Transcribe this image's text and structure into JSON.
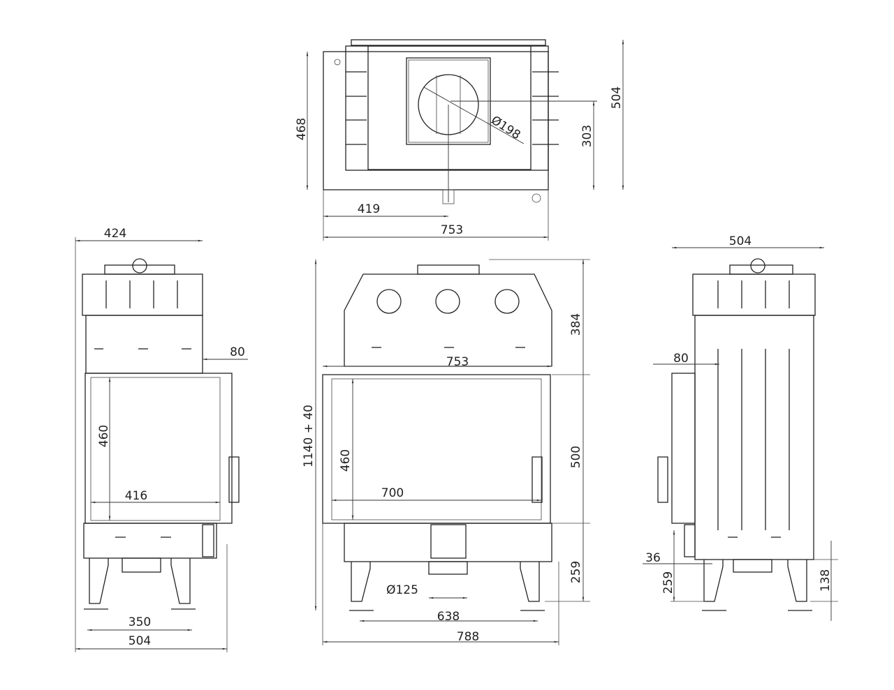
{
  "top_view": {
    "depth": "468",
    "total_depth": "504",
    "flue_offset": "303",
    "flue_diameter": "Ø198",
    "flue_x": "419",
    "width": "753"
  },
  "left_view": {
    "width_top": "424",
    "offset": "80",
    "glass_height": "460",
    "glass_width": "416",
    "leg_span": "350",
    "depth": "504"
  },
  "front_view": {
    "total_height": "1140 + 40",
    "door_width": "753",
    "glass_height": "460",
    "glass_width": "700",
    "hood_height": "384",
    "door_height": "500",
    "base_height": "259",
    "air_inlet": "Ø125",
    "leg_span": "638",
    "total_width": "788"
  },
  "right_view": {
    "depth": "504",
    "offset": "80",
    "side": "36",
    "base_height": "259",
    "leg_height": "138"
  }
}
